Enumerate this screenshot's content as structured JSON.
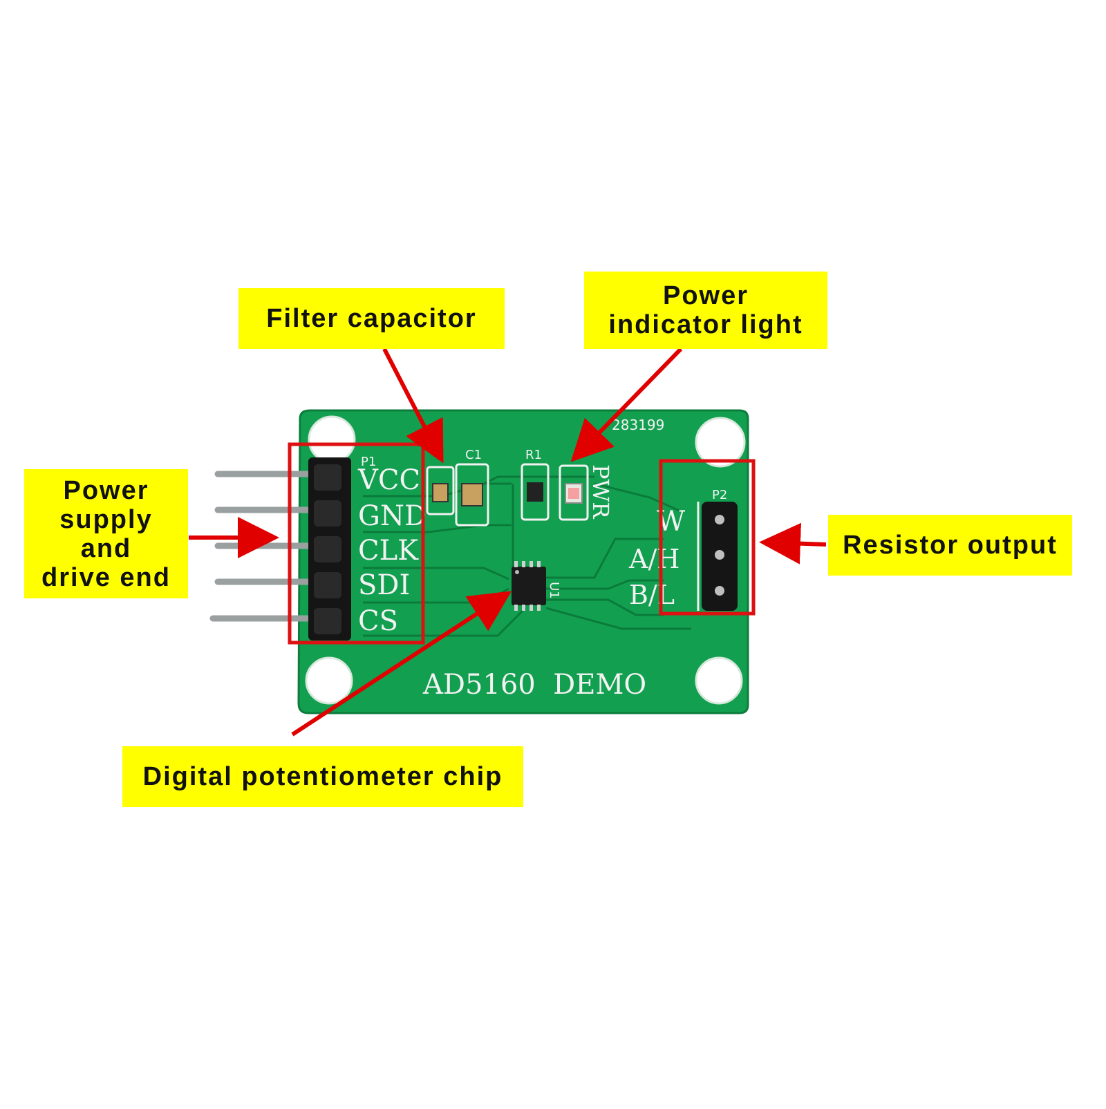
{
  "colors": {
    "background": "#ffffff",
    "callout_fill": "#ffff00",
    "arrow": "#e00000",
    "highlight_box": "#dd1111",
    "pcb_green": "#12a050",
    "silkscreen": "#f2f2f2"
  },
  "callouts": {
    "filter_capacitor": "Filter capacitor",
    "power_indicator": "Power\nindicator light",
    "power_supply": "Power\nsupply\nand\ndrive end",
    "resistor_output": "Resistor output",
    "chip": "Digital potentiometer chip"
  },
  "board": {
    "title": "AD5160  DEMO",
    "serial": "283199",
    "left_header_ref": "P1",
    "right_header_ref": "P2",
    "left_pins": [
      "VCC",
      "GND",
      "CLK",
      "SDI",
      "CS"
    ],
    "right_pins": [
      "W",
      "A/H",
      "B/L"
    ],
    "cap_ref": "C1",
    "resistor_ref": "R1",
    "led_label": "PWR",
    "chip_ref": "U1"
  }
}
